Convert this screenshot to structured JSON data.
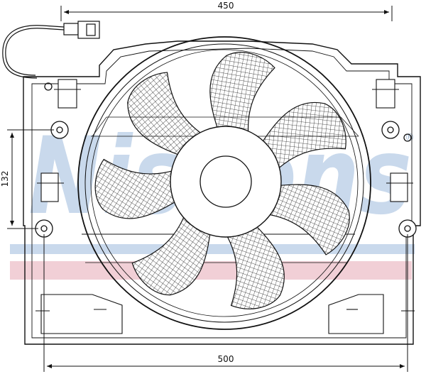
{
  "dimensions": {
    "top_width": "450",
    "bottom_width": "500",
    "left_height": "132"
  },
  "watermark": {
    "text": "Nissens",
    "registered_mark": "®"
  },
  "colors": {
    "line": "#111111",
    "watermark_blue": "#c9d9ec",
    "watermark_red": "#f1cfd6",
    "background": "#ffffff"
  },
  "fan": {
    "blade_count": 7
  }
}
